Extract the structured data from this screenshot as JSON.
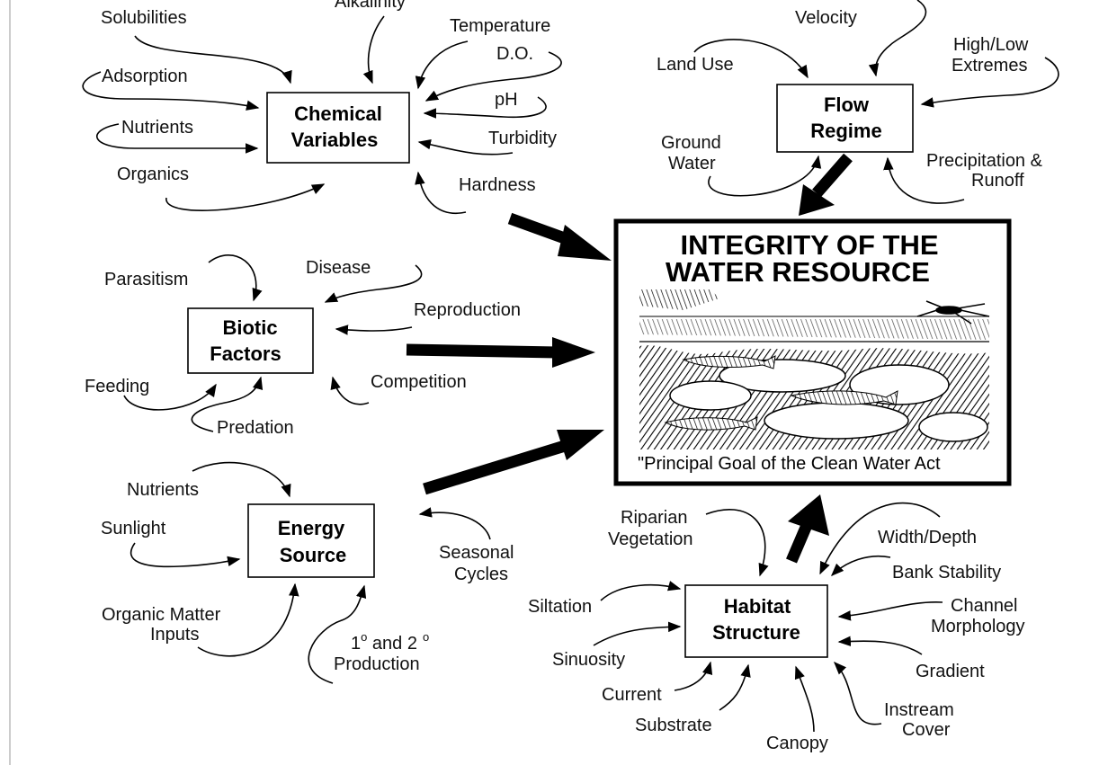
{
  "chemical": {
    "title_line1": "Chemical",
    "title_line2": "Variables",
    "inputs": {
      "solubilities": "Solubilities",
      "alkalinity": "Alkalinity",
      "temperature": "Temperature",
      "do": "D.O.",
      "ph": "pH",
      "turbidity": "Turbidity",
      "hardness": "Hardness",
      "adsorption": "Adsorption",
      "nutrients": "Nutrients",
      "organics": "Organics"
    }
  },
  "flow": {
    "title_line1": "Flow",
    "title_line2": "Regime",
    "inputs": {
      "velocity": "Velocity",
      "land_use": "Land Use",
      "high_low_line1": "High/Low",
      "high_low_line2": "Extremes",
      "ground_water_line1": "Ground",
      "ground_water_line2": "Water",
      "precip_line1": "Precipitation &",
      "precip_line2": "Runoff"
    }
  },
  "biotic": {
    "title_line1": "Biotic",
    "title_line2": "Factors",
    "inputs": {
      "parasitism": "Parasitism",
      "disease": "Disease",
      "reproduction": "Reproduction",
      "competition": "Competition",
      "feeding": "Feeding",
      "predation": "Predation"
    }
  },
  "energy": {
    "title_line1": "Energy",
    "title_line2": "Source",
    "inputs": {
      "nutrients": "Nutrients",
      "sunlight": "Sunlight",
      "organic_line1": "Organic Matter",
      "organic_line2": "Inputs",
      "production_1": "1",
      "production_1_sup": "o",
      "production_and": " and 2",
      "production_2_sup": "o",
      "production_line2": "Production",
      "seasonal_line1": "Seasonal",
      "seasonal_line2": "Cycles"
    }
  },
  "habitat": {
    "title_line1": "Habitat",
    "title_line2": "Structure",
    "inputs": {
      "riparian_line1": "Riparian",
      "riparian_line2": "Vegetation",
      "width_depth": "Width/Depth",
      "bank_stability": "Bank Stability",
      "channel_line1": "Channel",
      "channel_line2": "Morphology",
      "gradient": "Gradient",
      "instream_line1": "Instream",
      "instream_line2": "Cover",
      "canopy": "Canopy",
      "substrate": "Substrate",
      "current": "Current",
      "sinuosity": "Sinuosity",
      "siltation": "Siltation"
    }
  },
  "integrity": {
    "title_line1": "INTEGRITY OF THE",
    "title_line2": "WATER RESOURCE",
    "caption": "\"Principal Goal of the Clean Water Act"
  }
}
